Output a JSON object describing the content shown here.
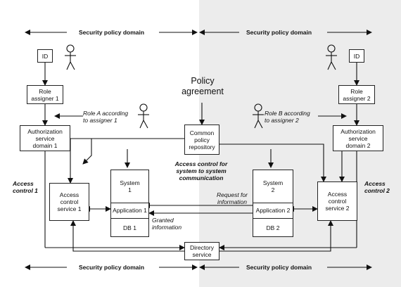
{
  "domains": {
    "top_left": "Security policy domain",
    "top_right": "Security policy domain",
    "bottom_left": "Security policy domain",
    "bottom_right": "Security policy domain"
  },
  "left": {
    "id": "ID",
    "role_assigner": "Role\nassigner 1",
    "authorization": "Authorization\nservice\ndomain 1",
    "access_control_service": "Access\ncontrol\nservice 1",
    "role_note": "Role A according\nto assigner 1",
    "access_control_label": "Access\ncontrol 1"
  },
  "right": {
    "id": "ID",
    "role_assigner": "Role\nassigner 2",
    "authorization": "Authorization\nservice\ndomain 2",
    "access_control_service": "Access\ncontrol\nservice 2",
    "role_note": "Role B according\nto assigner 2",
    "access_control_label": "Access\ncontrol 2"
  },
  "center": {
    "policy_agreement": "Policy\nagreement",
    "repository": "Common\npolicy\nrepository",
    "s2s": "Access control for\nsystem to system\ncommunication",
    "request": "Request for\ninformation",
    "granted": "Granted\ninformation",
    "directory": "Directory\nservice"
  },
  "system1": {
    "title": "System\n1",
    "app": "Application 1",
    "db": "DB 1"
  },
  "system2": {
    "title": "System\n2",
    "app": "Application 2",
    "db": "DB 2"
  }
}
